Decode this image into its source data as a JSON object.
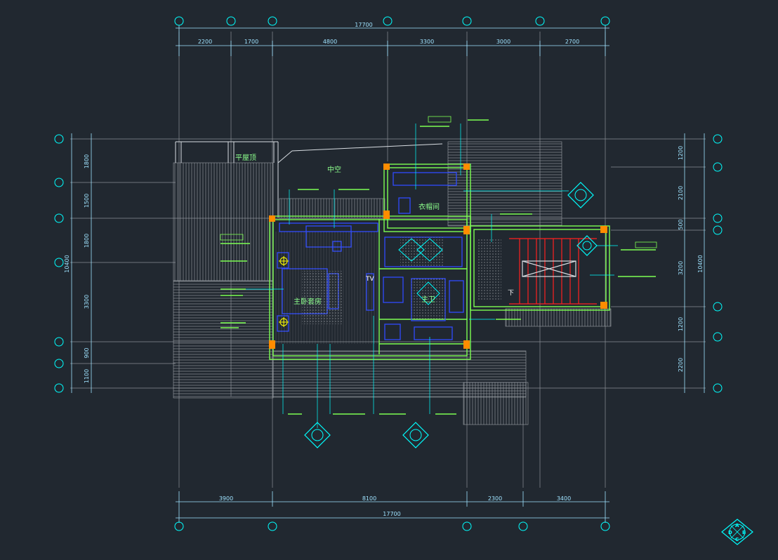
{
  "top_dimensions": {
    "overall": "17700",
    "segments": [
      "2200",
      "1700",
      "4800",
      "3300",
      "3000",
      "2700"
    ]
  },
  "bottom_dimensions": {
    "overall": "17700",
    "segments": [
      "3900",
      "8100",
      "2300",
      "3400"
    ]
  },
  "left_dimensions": {
    "overall": "10400",
    "segments": [
      "1800",
      "1500",
      "1800",
      "3300",
      "900",
      "1100"
    ]
  },
  "right_dimensions": {
    "overall": "10400",
    "segments": [
      "1200",
      "2100",
      "500",
      "3200",
      "1200",
      "2200"
    ]
  },
  "rooms": {
    "flat_roof": "平屋顶",
    "atrium": "中空",
    "cloakroom": "衣帽间",
    "master_bedroom": "主卧套房",
    "master_bath": "主卫",
    "tv": "TV",
    "down": "下"
  },
  "compass": {
    "a": "A",
    "b": "B",
    "c": "C",
    "d": "D"
  },
  "colors": {
    "background": "#212830",
    "dimension": "#9fe3ff",
    "walls": "#7dff52",
    "furniture": "#2222ff",
    "callout": "#00ffff",
    "column": "#ff8c00",
    "stair": "#ff2020"
  }
}
